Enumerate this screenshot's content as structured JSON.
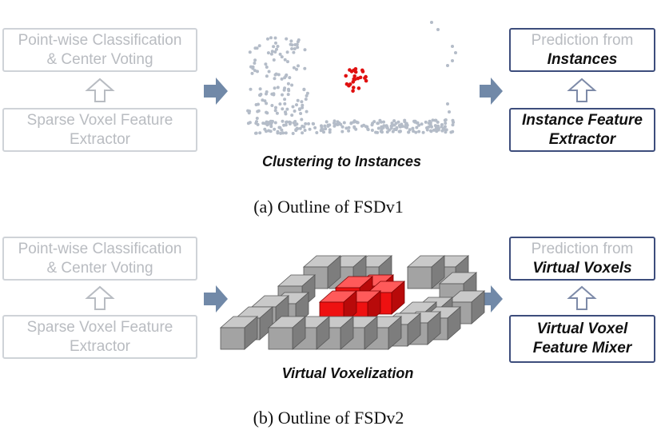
{
  "panel_a": {
    "left_top": {
      "line1": "Point-wise Classification",
      "line2": "& Center Voting"
    },
    "left_bottom": {
      "line1": "Sparse Voxel Feature",
      "line2": "Extractor"
    },
    "middle_label": "Clustering to Instances",
    "right_top": {
      "line1": "Prediction from",
      "line2": "Instances"
    },
    "right_bottom": {
      "line1": "Instance Feature",
      "line2": "Extractor"
    },
    "caption": "(a) Outline of FSDv1"
  },
  "panel_b": {
    "left_top": {
      "line1": "Point-wise Classification",
      "line2": "& Center Voting"
    },
    "left_bottom": {
      "line1": "Sparse Voxel Feature",
      "line2": "Extractor"
    },
    "middle_label": "Virtual Voxelization",
    "right_top": {
      "line1": "Prediction from",
      "line2": "Virtual Voxels"
    },
    "right_bottom": {
      "line1": "Virtual Voxel",
      "line2": "Feature Mixer"
    },
    "caption": "(b) Outline of FSDv2"
  },
  "colors": {
    "grey_border": "#cfd3d8",
    "blue_border": "#3d4d7c",
    "arrow_fill": "#7189a8",
    "point_grey": "#b4bcc8",
    "point_red": "#e01010",
    "cube_grey": "#a3a3a3",
    "cube_red": "#ee1111"
  },
  "icons": [
    "up-hollow-arrow-icon",
    "right-block-arrow-icon",
    "point-cloud-illustration",
    "voxel-cubes-illustration"
  ]
}
